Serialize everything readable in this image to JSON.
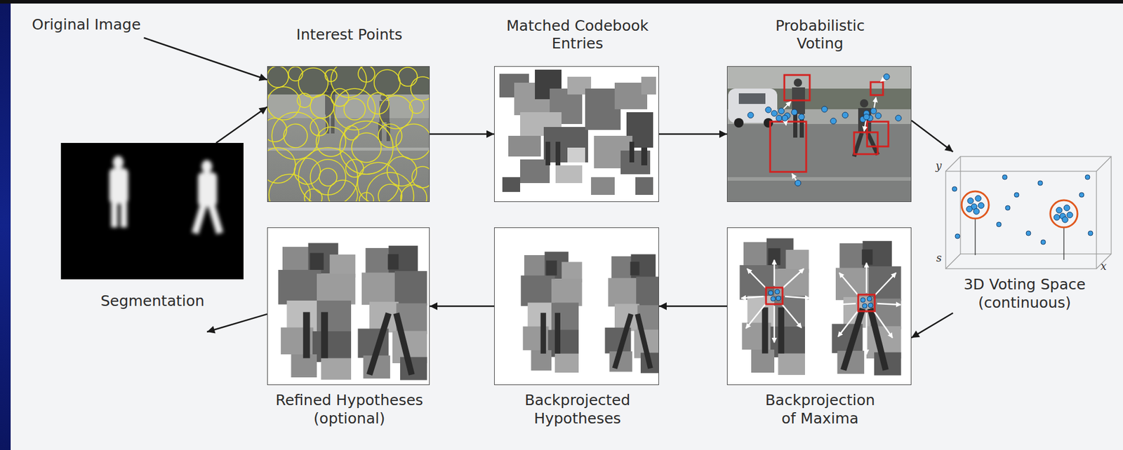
{
  "diagram": {
    "nodes": [
      {
        "text": [
          "Original Image"
        ]
      },
      {
        "text": [
          "Interest Points"
        ]
      },
      {
        "text": [
          "Matched Codebook Entries"
        ]
      },
      {
        "text": [
          "Probabilistic Voting"
        ]
      },
      {
        "text": [
          "3D Voting Space (continuous)"
        ]
      },
      {
        "text": [
          "Backprojection of Maxima"
        ]
      },
      {
        "text": [
          "Backprojected Hypotheses"
        ]
      },
      {
        "text": [
          "Refined Hypotheses (optional)"
        ]
      },
      {
        "text": [
          "Segmentation"
        ]
      }
    ],
    "edges": [
      {
        "from": 0,
        "to": 1,
        "arrow": "to"
      },
      {
        "from": 8,
        "to": 1,
        "arrow": "to"
      },
      {
        "from": 1,
        "to": 2,
        "arrow": "to"
      },
      {
        "from": 2,
        "to": 3,
        "arrow": "to"
      },
      {
        "from": 3,
        "to": 4,
        "arrow": "to"
      },
      {
        "from": 4,
        "to": 5,
        "arrow": "to"
      },
      {
        "from": 5,
        "to": 6,
        "arrow": "to"
      },
      {
        "from": 6,
        "to": 7,
        "arrow": "to"
      },
      {
        "from": 7,
        "to": 8,
        "arrow": "to"
      }
    ],
    "labels": [
      "y",
      "s",
      "x"
    ]
  }
}
